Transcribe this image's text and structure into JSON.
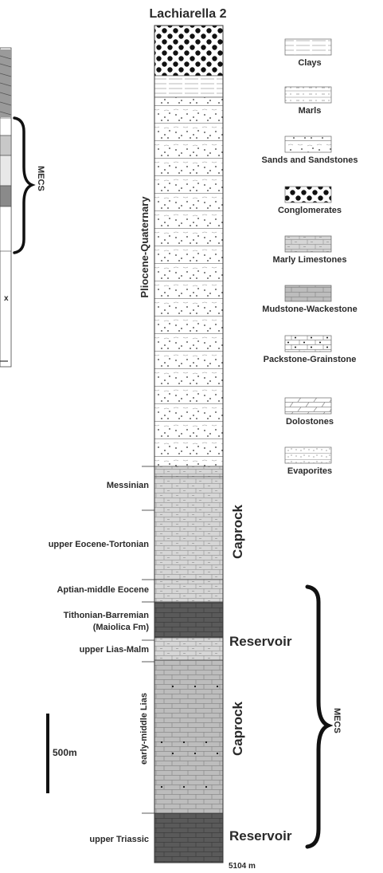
{
  "title": "Lachiarella 2",
  "total_depth_label": "5104 m",
  "scale_bar": {
    "label": "500m"
  },
  "legend": [
    {
      "key": "clays",
      "label": "Clays"
    },
    {
      "key": "marls",
      "label": "Marls"
    },
    {
      "key": "sands",
      "label": "Sands and Sandstones"
    },
    {
      "key": "conglomerate",
      "label": "Conglomerates"
    },
    {
      "key": "marly",
      "label": "Marly Limestones"
    },
    {
      "key": "mudstone",
      "label": "Mudstone-Wackestone"
    },
    {
      "key": "packstone",
      "label": "Packstone-Grainstone"
    },
    {
      "key": "dolostone",
      "label": "Dolostones"
    },
    {
      "key": "evaporite",
      "label": "Evaporites"
    }
  ],
  "column_intervals": [
    {
      "lithology": "conglomerate"
    },
    {
      "lithology": "clays"
    },
    {
      "lithology": "sands"
    },
    {
      "lithology": "marly"
    },
    {
      "lithology": "marly"
    },
    {
      "lithology": "marly"
    },
    {
      "lithology": "dark"
    },
    {
      "lithology": "marly"
    },
    {
      "lithology": "mudstone"
    },
    {
      "lithology": "dark"
    }
  ],
  "stratigraphy": {
    "vertical_label": "Pliocene-Quaternary",
    "early_lias": "early-middle Lias",
    "units": [
      {
        "key": "messinian",
        "lines": [
          "Messinian"
        ]
      },
      {
        "key": "eoc_tort",
        "lines": [
          "upper Eocene-Tortonian"
        ]
      },
      {
        "key": "aptian",
        "lines": [
          "Aptian-middle Eocene"
        ]
      },
      {
        "key": "tithonian",
        "lines": [
          "Tithonian-Barremian",
          "(Maiolica Fm)"
        ]
      },
      {
        "key": "lias_malm",
        "lines": [
          "upper Lias-Malm"
        ]
      },
      {
        "key": "triassic",
        "lines": [
          "upper Triassic"
        ]
      }
    ]
  },
  "roles": {
    "caprock_upper": "Caprock",
    "reservoir_upper": "Reservoir",
    "caprock_lower": "Caprock",
    "reservoir_lower": "Reservoir"
  },
  "mecs_right": "MECS",
  "mecs_left": "MECS",
  "left_column_marks": {
    "x_mark": "x"
  }
}
